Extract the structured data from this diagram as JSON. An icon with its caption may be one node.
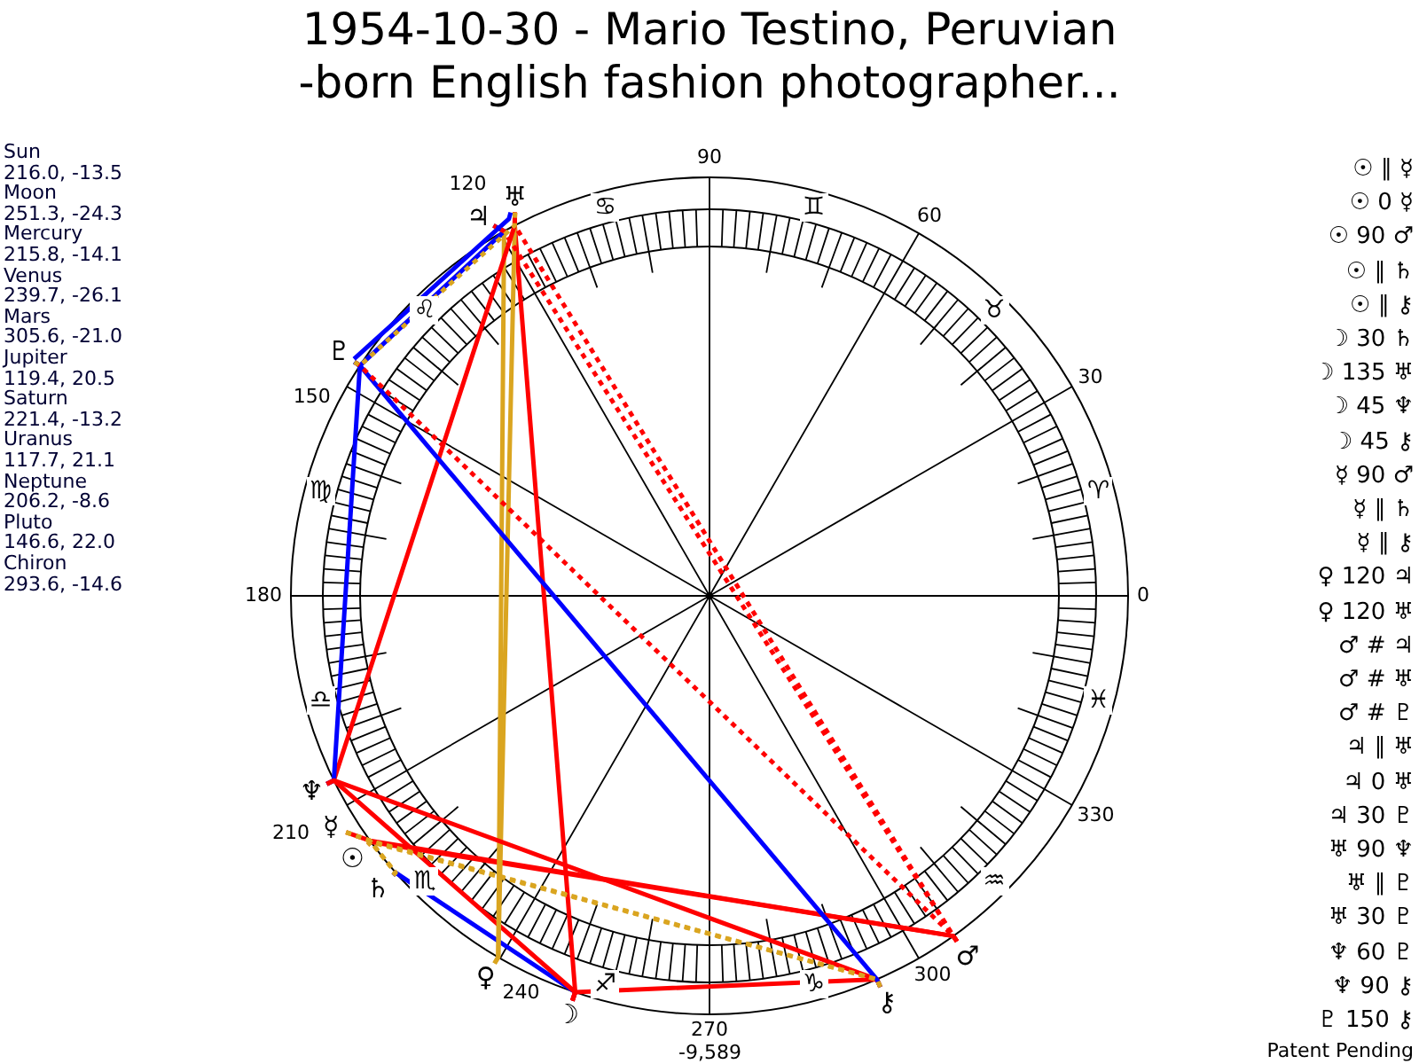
{
  "diagram": {
    "title": "1954-10-30 - Mario Testino, Peruvian -born English fashion photographer...",
    "nodes": [
      {
        "text": [
          "☉"
        ]
      },
      {
        "text": [
          "☽"
        ]
      },
      {
        "text": [
          "☿"
        ]
      },
      {
        "text": [
          "♀"
        ]
      },
      {
        "text": [
          "♂"
        ]
      },
      {
        "text": [
          "♃"
        ]
      },
      {
        "text": [
          "♄"
        ]
      },
      {
        "text": [
          "♅"
        ]
      },
      {
        "text": [
          "♆"
        ]
      },
      {
        "text": [
          "♇"
        ]
      },
      {
        "text": [
          "⚷"
        ]
      }
    ],
    "edges": [
      {
        "from": 0,
        "to": 4,
        "arrow": "none"
      },
      {
        "from": 0,
        "to": 6,
        "arrow": "none",
        "style": "dashed",
        "color": "#daa520"
      },
      {
        "from": 0,
        "to": 10,
        "arrow": "none",
        "style": "dashed",
        "color": "#daa520"
      },
      {
        "from": 1,
        "to": 6,
        "arrow": "none",
        "color": "#0000ff"
      },
      {
        "from": 1,
        "to": 7,
        "arrow": "none"
      },
      {
        "from": 1,
        "to": 8,
        "arrow": "none"
      },
      {
        "from": 1,
        "to": 10,
        "arrow": "none"
      },
      {
        "from": 2,
        "to": 4,
        "arrow": "none"
      },
      {
        "from": 2,
        "to": 6,
        "arrow": "none",
        "style": "dashed",
        "color": "#daa520"
      },
      {
        "from": 2,
        "to": 10,
        "arrow": "none",
        "style": "dashed",
        "color": "#daa520"
      },
      {
        "from": 3,
        "to": 5,
        "arrow": "none",
        "color": "#daa520"
      },
      {
        "from": 3,
        "to": 7,
        "arrow": "none",
        "color": "#daa520"
      },
      {
        "from": 4,
        "to": 5,
        "arrow": "none",
        "style": "dashed"
      },
      {
        "from": 4,
        "to": 7,
        "arrow": "none",
        "style": "dashed"
      },
      {
        "from": 4,
        "to": 9,
        "arrow": "none",
        "style": "dashed"
      },
      {
        "from": 5,
        "to": 9,
        "arrow": "none",
        "color": "#0000ff"
      },
      {
        "from": 7,
        "to": 8,
        "arrow": "none"
      },
      {
        "from": 7,
        "to": 9,
        "arrow": "none",
        "style": "dashed",
        "color": "#daa520"
      },
      {
        "from": 7,
        "to": 9,
        "arrow": "none",
        "color": "#0000ff"
      },
      {
        "from": 8,
        "to": 9,
        "arrow": "none",
        "color": "#0000ff"
      },
      {
        "from": 8,
        "to": 10,
        "arrow": "none"
      },
      {
        "from": 9,
        "to": 10,
        "arrow": "none",
        "color": "#0000ff"
      }
    ],
    "labels": [
      "Sun",
      "216.0, -13.5",
      "Moon",
      "251.3, -24.3",
      "Mercury",
      "215.8, -14.1",
      "Venus",
      "239.7, -26.1",
      "Mars",
      "305.6, -21.0",
      "Jupiter",
      "119.4, 20.5",
      "Saturn",
      "221.4, -13.2",
      "Uranus",
      "117.7, 21.1",
      "Neptune",
      "206.2, -8.6",
      "Pluto",
      "146.6, 22.0",
      "Chiron",
      "293.6, -14.6",
      "90",
      "120",
      "60",
      "150",
      "30",
      "180",
      "0",
      "210",
      "330",
      "240",
      "300",
      "270",
      "♋",
      "♊",
      "♌",
      "♉",
      "♍",
      "♈",
      "♎",
      "♓",
      "♏",
      "♒",
      "♐",
      "♑",
      "☉ ∥ ☿",
      "☉ 0 ☿",
      "☉ 90 ♂",
      "☉ ∥ ♄",
      "☉ ∥ ⚷",
      "☽ 30 ♄",
      "☽ 135 ♅",
      "☽ 45 ♆",
      "☽ 45 ⚷",
      "☿ 90 ♂",
      "☿ ∥ ♄",
      "☿ ∥ ⚷",
      "♀ 120 ♃",
      "♀ 120 ♅",
      "♂ # ♃",
      "♂ # ♅",
      "♂ # ♇",
      "♃ ∥ ♅",
      "♃ 0 ♅",
      "♃ 30 ♇",
      "♅ 90 ♆",
      "♅ ∥ ♇",
      "♅ 30 ♇",
      "♆ 60 ♇",
      "♆ 90 ⚷",
      "♇ 150 ⚷",
      "-9,589",
      "Patent Pending"
    ]
  }
}
